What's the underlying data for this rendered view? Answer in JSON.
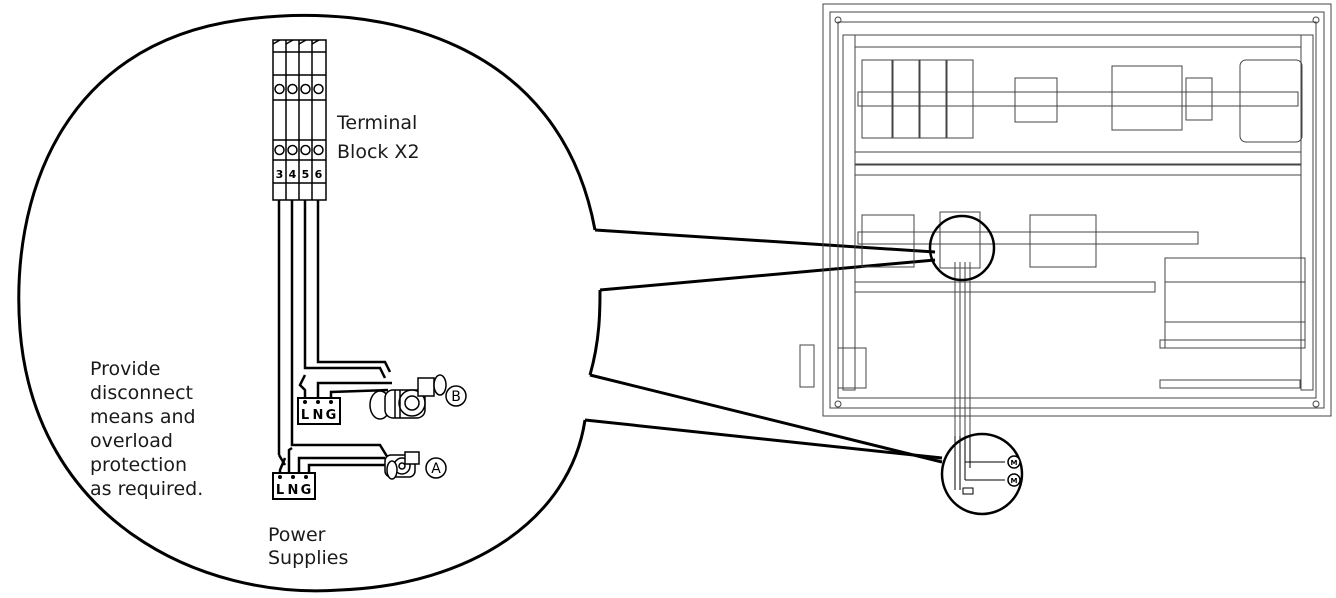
{
  "labels": {
    "terminal_block_line1": "Terminal",
    "terminal_block_line2": "Block X2",
    "note_line1": "Provide",
    "note_line2": "disconnect",
    "note_line3": "means and",
    "note_line4": "overload",
    "note_line5": "protection",
    "note_line6": "as required.",
    "power_line1": "Power",
    "power_line2": "Supplies"
  },
  "terminals": [
    "3",
    "4",
    "5",
    "6"
  ],
  "supply_a": {
    "l": "L",
    "n": "N",
    "g": "G"
  },
  "supply_b": {
    "l": "L",
    "n": "N",
    "g": "G"
  },
  "pump_labels": {
    "a": "A",
    "b": "B"
  },
  "motor_symbol": "M",
  "colors": {
    "line": "#000000",
    "panel": "#444444"
  }
}
